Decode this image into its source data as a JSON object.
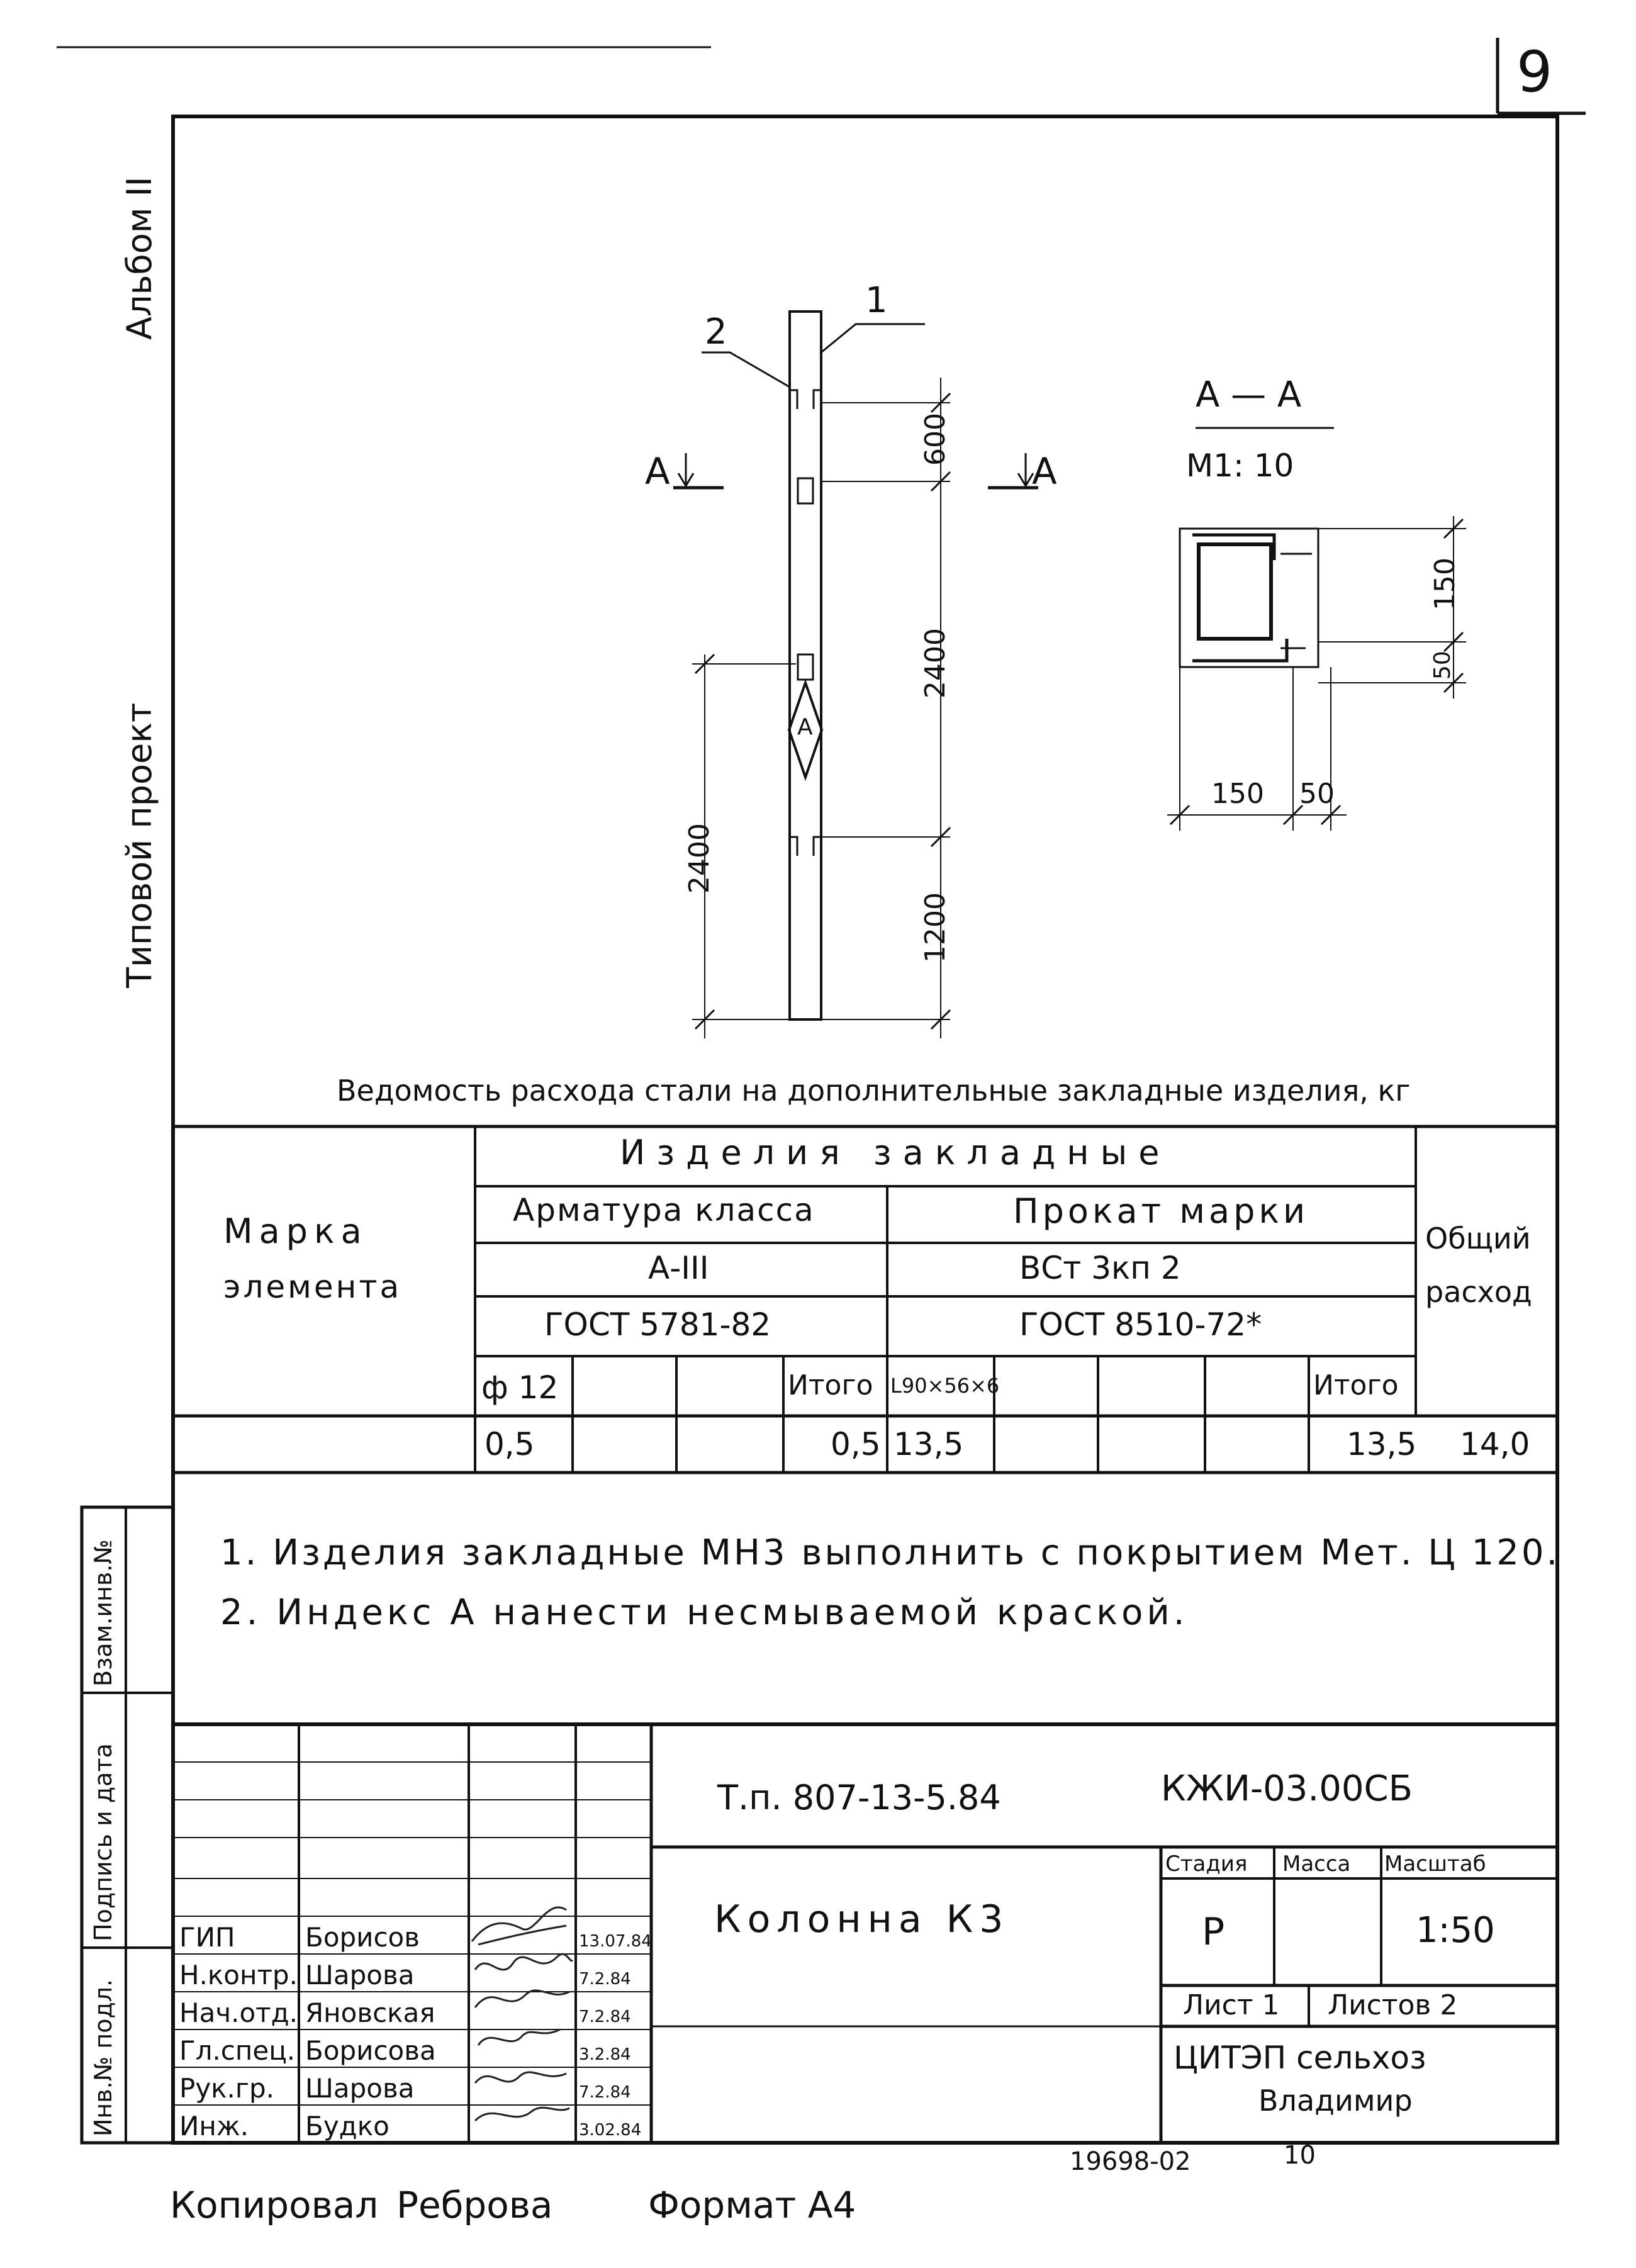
{
  "page_number": "9",
  "album_label": "Альбом II",
  "project_type_label": "Типовой проект",
  "drawing": {
    "leader_1": "1",
    "leader_2": "2",
    "section_mark_left": "А",
    "section_mark_right": "А",
    "index_mark": "А",
    "dims": {
      "d600": "600",
      "d2400_right": "2400",
      "d1200": "1200",
      "d2400_left": "2400"
    },
    "section": {
      "title": "А — А",
      "scale": "М1: 10",
      "d150_v": "150",
      "d50_v": "50",
      "d150_h": "150",
      "d50_h": "50"
    }
  },
  "table": {
    "caption": "Ведомость расхода стали на дополнительные закладные изделия, кг",
    "element_mark": [
      "Марка",
      "элемента"
    ],
    "embedded_products": "Изделия закладные",
    "rebar_class": "Арматура класса",
    "rolled_grade": "Прокат марки",
    "rebar_grade": "А-III",
    "rolled_steel": "ВСт 3кп 2",
    "rebar_gost": "ГОСТ 5781-82",
    "rolled_gost": "ГОСТ 8510-72*",
    "total_consumption": [
      "Общий",
      "расход"
    ],
    "sub_headers": [
      "ф 12",
      "",
      "",
      "Итого",
      "L90×56×6",
      "",
      "",
      "",
      "Итого"
    ],
    "row": [
      "",
      "0,5",
      "",
      "",
      "0,5",
      "13,5",
      "",
      "",
      "",
      "13,5",
      "14,0"
    ]
  },
  "notes": [
    "1. Изделия закладные МН3 выполнить с покрытием Мет. Ц 120.",
    "2. Индекс А нанести несмываемой краской."
  ],
  "side_stamp": [
    "Взам.инв.№",
    "Подпись и дата",
    "Инв.№ подл."
  ],
  "title_block": {
    "project_code": "Т.п. 807-13-5.84",
    "doc_code": "КЖИ-03.00СБ",
    "drawing_name": "Колонна К3",
    "stage_label": "Стадия",
    "mass_label": "Масса",
    "scale_label": "Масштаб",
    "stage": "Р",
    "mass": "",
    "scale": "1:50",
    "sheet": "Лист 1",
    "sheets": "Листов 2",
    "organization": [
      "ЦИТЭП сельхоз",
      "Владимир"
    ],
    "signers": [
      {
        "role": "ГИП",
        "name": "Борисов",
        "date": "13.07.84"
      },
      {
        "role": "Н.контр.",
        "name": "Шарова",
        "date": "7.2.84"
      },
      {
        "role": "Нач.отд.",
        "name": "Яновская",
        "date": "7.2.84"
      },
      {
        "role": "Гл.спец.",
        "name": "Борисова",
        "date": "3.2.84"
      },
      {
        "role": "Рук.гр.",
        "name": "Шарова",
        "date": "7.2.84"
      },
      {
        "role": "Инж.",
        "name": "Будко",
        "date": "3.02.84"
      }
    ]
  },
  "footer": {
    "copied": "Копировал",
    "copier": "Реброва",
    "format": "Формат А4",
    "archive_number": "19698-02",
    "sub_number": "10"
  }
}
